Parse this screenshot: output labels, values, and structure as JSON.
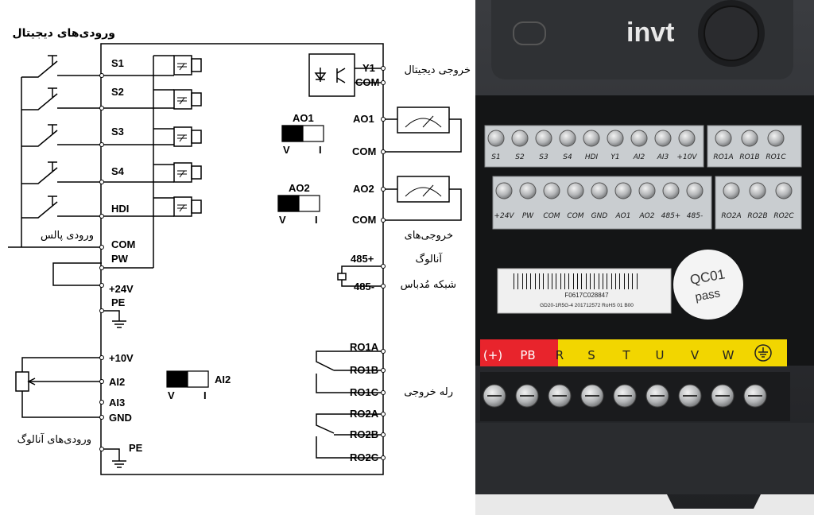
{
  "diagram": {
    "labels_fa": {
      "digital_inputs": "ورودی‌های دیجیتال",
      "pulse_input": "ورودی پالس",
      "digital_output": "خروجی دیجیتال",
      "analog_outputs_line1": "خروجی‌های",
      "analog_outputs_line2": "آنالوگ",
      "modbus": "شبکه مُدباس",
      "relay_output": "رله خروجی",
      "analog_inputs": "ورودی‌های آنالوگ"
    },
    "left_terminals": {
      "s1": "S1",
      "s2": "S2",
      "s3": "S3",
      "s4": "S4",
      "hdi": "HDI",
      "com": "COM",
      "pw": "PW",
      "p24v": "+24V",
      "pe": "PE",
      "p10v": "+10V",
      "ai2": "AI2",
      "ai3": "AI3",
      "gnd": "GND",
      "pe2": "PE"
    },
    "right_terminals": {
      "y1": "Y1",
      "com_y": "COM",
      "ao1": "AO1",
      "com_ao1": "COM",
      "ao2": "AO2",
      "com_ao2": "COM",
      "rs485p": "485+",
      "rs485m": "485-",
      "ro1a": "RO1A",
      "ro1b": "RO1B",
      "ro1c": "RO1C",
      "ro2a": "RO2A",
      "ro2b": "RO2B",
      "ro2c": "RO2C"
    },
    "switches": {
      "ao1": {
        "title": "AO1",
        "left": "V",
        "right": "I"
      },
      "ao2": {
        "title": "AO2",
        "left": "V",
        "right": "I"
      },
      "ai2": {
        "title": "AI2",
        "left": "V",
        "right": "I"
      }
    }
  },
  "photo": {
    "brand": "invt",
    "top_row1": [
      "S1",
      "S2",
      "S3",
      "S4",
      "HDI",
      "Y1",
      "AI2",
      "AI3",
      "+10V"
    ],
    "top_row1_relay": [
      "RO1A",
      "RO1B",
      "RO1C"
    ],
    "top_row2": [
      "+24V",
      "PW",
      "COM",
      "COM",
      "GND",
      "AO1",
      "AO2",
      "485+",
      "485-"
    ],
    "top_row2_relay": [
      "RO2A",
      "RO2B",
      "RO2C"
    ],
    "barcode_text": "F0617C028847",
    "model_text": "GD20-1R5G-4 201712572 RoHS 01 B00",
    "qc_line1": "QC01",
    "qc_line2": "pass",
    "power_labels": [
      "(+)",
      "PB",
      "R",
      "S",
      "T",
      "U",
      "V",
      "W"
    ],
    "colors": {
      "red": "#e8242c",
      "yellow": "#f2d600",
      "terminal_gray": "#c9cdd0",
      "housing": "#2b2d30"
    }
  }
}
